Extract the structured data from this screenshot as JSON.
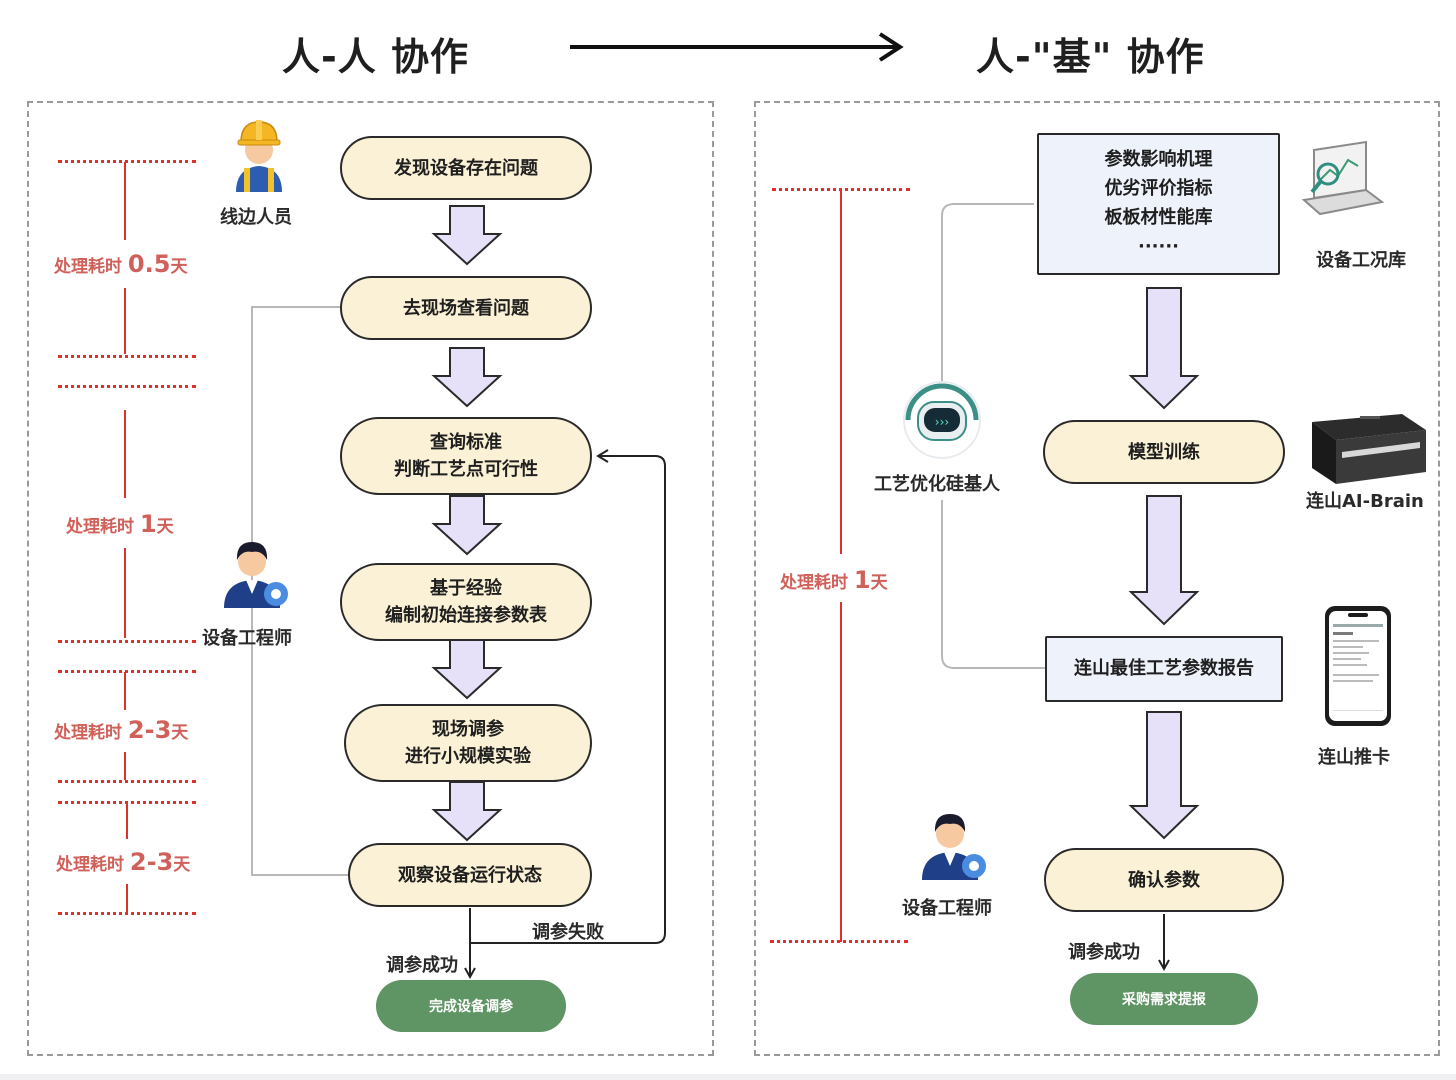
{
  "titles": {
    "left": "人-人 协作",
    "right": "人-\"基\" 协作"
  },
  "left": {
    "steps": [
      "发现设备存在问题",
      "去现场查看问题",
      "查询标准\n判断工艺点可行性",
      "基于经验\n编制初始连接参数表",
      "现场调参\n进行小规模实验",
      "观察设备运行状态"
    ],
    "roles": {
      "line_staff": "线边人员",
      "engineer": "设备工程师"
    },
    "durations": [
      {
        "prefix": "处理耗时 ",
        "value": "0.5",
        "unit": "天"
      },
      {
        "prefix": "处理耗时 ",
        "value": "1",
        "unit": "天"
      },
      {
        "prefix": "处理耗时 ",
        "value": "2-3",
        "unit": "天"
      },
      {
        "prefix": "处理耗时 ",
        "value": "2-3",
        "unit": "天"
      }
    ],
    "fail_label": "调参失败",
    "success_label": "调参成功",
    "end": "完成设备调参"
  },
  "right": {
    "knowledge_box": "参数影响机理\n优劣评价指标\n板板材性能库\n······",
    "steps": [
      "模型训练",
      "连山最佳工艺参数报告",
      "确认参数"
    ],
    "resources": {
      "condition_db": "设备工况库",
      "ai_brain": "连山AI-Brain",
      "push_card": "连山推卡"
    },
    "robot": "工艺优化硅基人",
    "engineer": "设备工程师",
    "duration": {
      "prefix": "处理耗时 ",
      "value": "1",
      "unit": "天"
    },
    "success_label": "调参成功",
    "end": "采购需求提报"
  },
  "colors": {
    "node_fill": "#fbf1d6",
    "arrow_fill": "#e6e0f8",
    "duration_red": "#e0302a",
    "end_green": "#5f9465"
  }
}
